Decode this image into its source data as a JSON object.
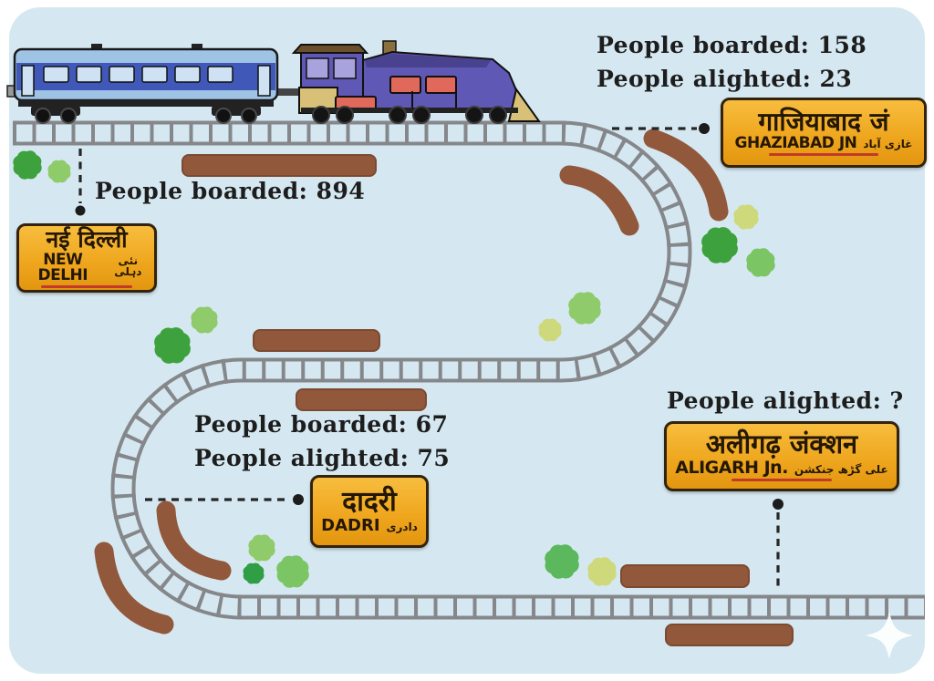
{
  "stations": [
    {
      "id": "new-delhi",
      "name_hindi": "नई दिल्ली",
      "name_english": "NEW DELHI",
      "name_urdu": "نئی دہلی",
      "stats": [
        "People boarded: 894"
      ]
    },
    {
      "id": "ghaziabad",
      "name_hindi": "गाजियाबाद जं",
      "name_english": "GHAZIABAD JN",
      "name_urdu": "غازی آباد",
      "stats": [
        "People boarded: 158",
        "People alighted: 23"
      ]
    },
    {
      "id": "dadri",
      "name_hindi": "दादरी",
      "name_english": "DADRI",
      "name_urdu": "دادری",
      "stats": [
        "People boarded: 67",
        "People alighted: 75"
      ]
    },
    {
      "id": "aligarh",
      "name_hindi": "अलीगढ़ जंक्शन",
      "name_english": "ALIGARH Jn.",
      "name_urdu": "علی گڑھ جنکشن",
      "stats": [
        "People alighted: ?"
      ]
    }
  ],
  "colors": {
    "panel_background": "#d5e8f1",
    "track_gray": "#85878a",
    "platform_brown": "#91583b",
    "sign_yellow": "#efa71f",
    "sign_border": "#33230d",
    "label_text": "#1d1d1d",
    "bush_dark_green": "#3da23d",
    "bush_light_green": "#8fcb6b",
    "bush_yellow_green": "#cdd97b"
  },
  "icons": {
    "sparkle": "four-point-star"
  }
}
